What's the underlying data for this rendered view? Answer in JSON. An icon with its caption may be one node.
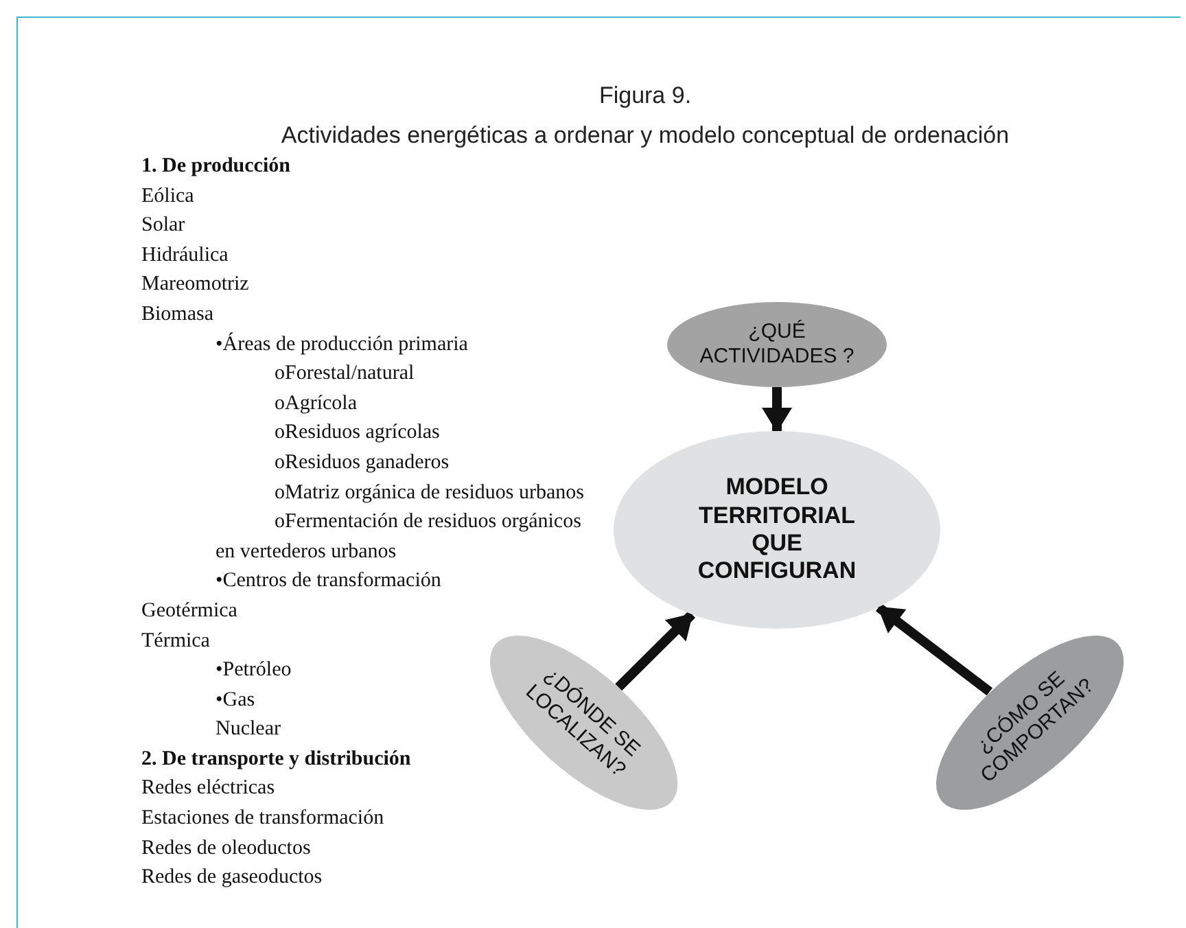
{
  "diagram": {
    "title": "Figura 9.",
    "nodes": [
      {
        "text": [
          "¿QUÉ ACTIVIDADES ?"
        ]
      },
      {
        "text": [
          "MODELO TERRITORIAL QUE CONFIGURAN"
        ]
      },
      {
        "text": [
          "¿DÓNDE SE LOCALIZAN?"
        ]
      },
      {
        "text": [
          "¿CÓMO SE COMPORTAN?"
        ]
      }
    ],
    "edges": [
      {
        "from": 0,
        "to": 1,
        "arrow": "to"
      },
      {
        "from": 2,
        "to": 1,
        "arrow": "to"
      },
      {
        "from": 3,
        "to": 1,
        "arrow": "to"
      }
    ],
    "labels": [
      "Actividades energéticas a ordenar y modelo conceptual de ordenación",
      "1. De producción",
      "Eólica",
      "Solar",
      "Hidráulica",
      "Mareomotriz",
      "Biomasa",
      "•Áreas de producción primaria",
      "oForestal/natural",
      "oAgrícola",
      "oResiduos agrícolas",
      "oResiduos ganaderos",
      "oMatriz orgánica de residuos urbanos",
      "oFermentación de residuos orgánicos en vertederos urbanos",
      "•Centros de transformación",
      "Geotérmica",
      "Térmica",
      "•Petróleo",
      "•Gas",
      "Nuclear",
      "2. De transporte y distribución",
      "Redes eléctricas",
      "Estaciones de transformación",
      "Redes de oleoductos",
      "Redes de gaseoductos"
    ]
  }
}
